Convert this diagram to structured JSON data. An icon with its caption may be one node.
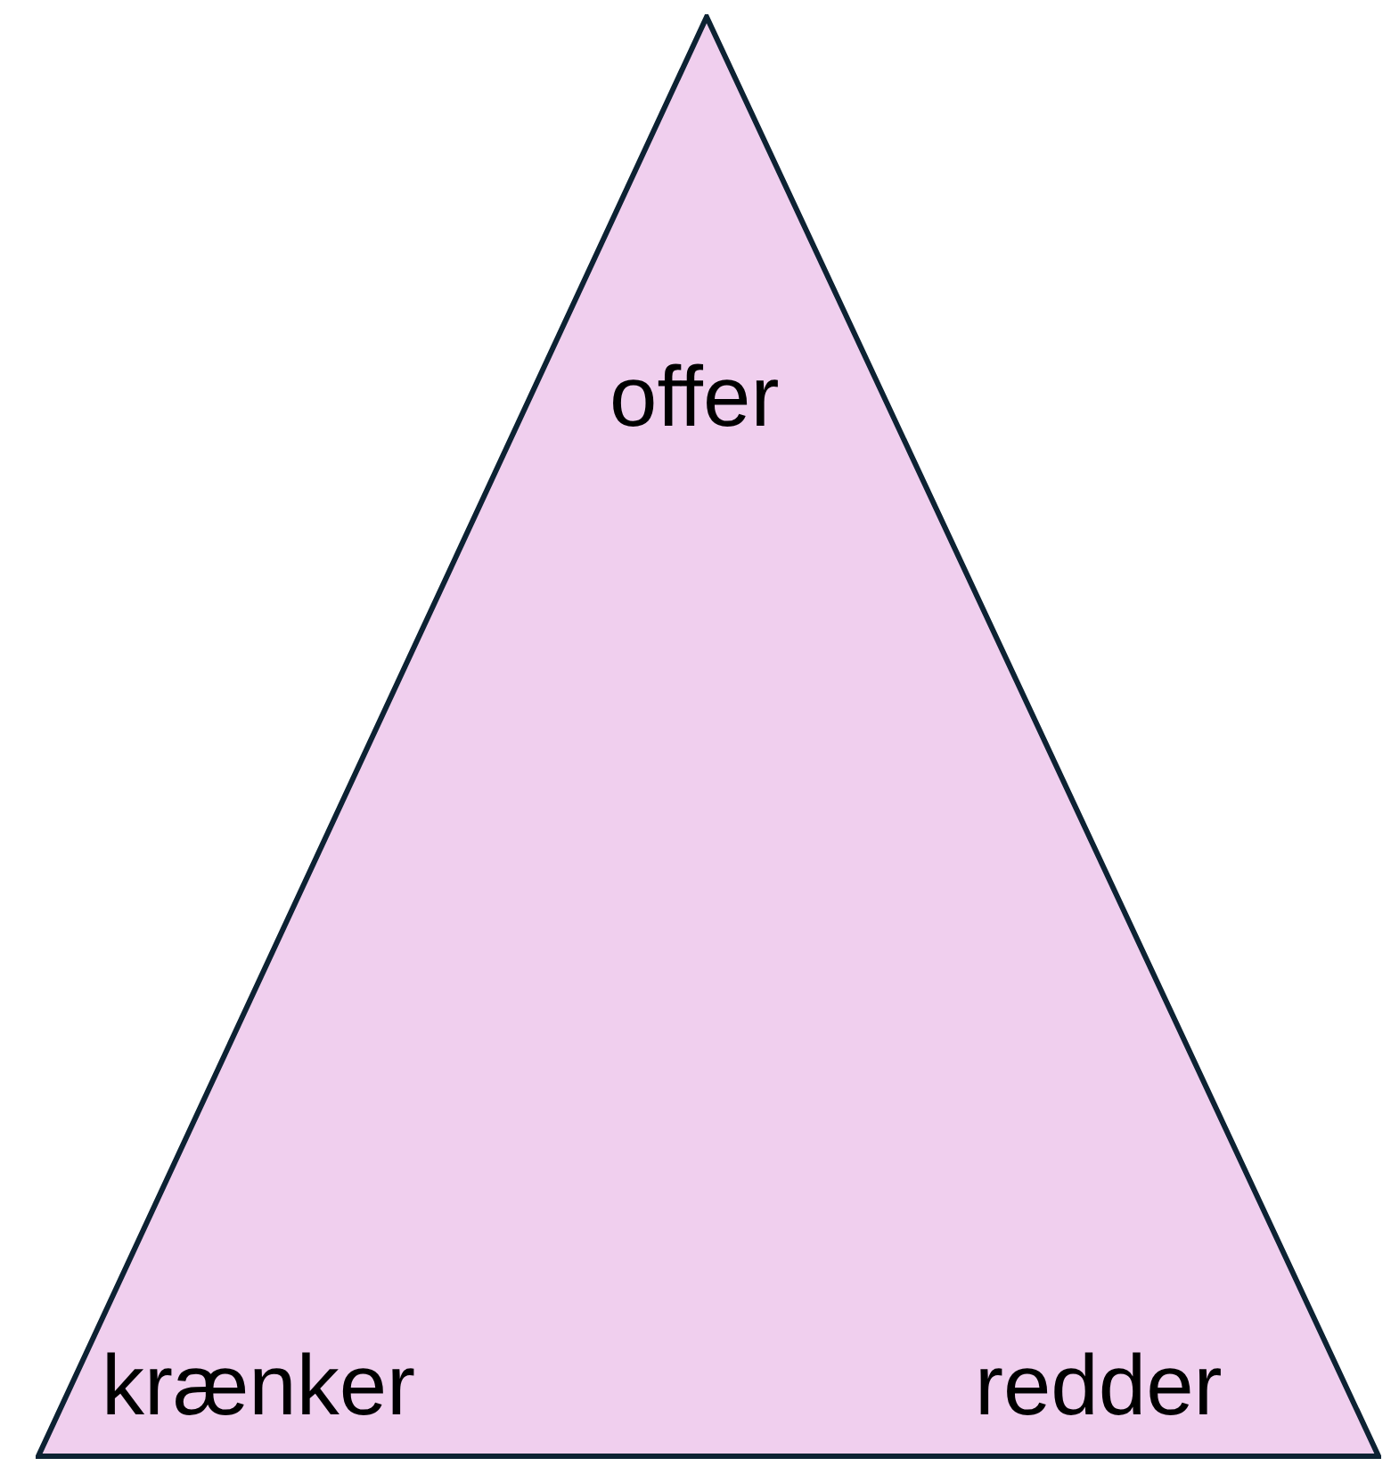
{
  "diagram": {
    "nodes": [
      {
        "text": [
          "offer",
          "krænker",
          "redder"
        ]
      }
    ]
  }
}
